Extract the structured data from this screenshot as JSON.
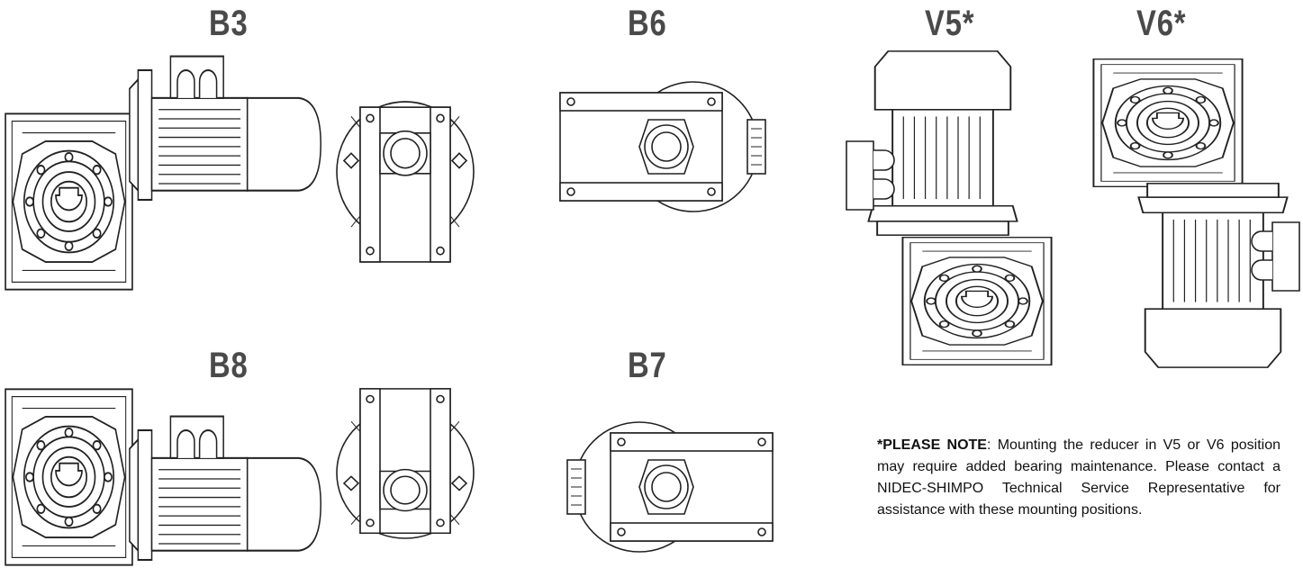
{
  "labels": {
    "b3": "B3",
    "b6": "B6",
    "v5": "V5*",
    "v6": "V6*",
    "b8": "B8",
    "b7": "B7"
  },
  "note": {
    "prefix": "*PLEASE NOTE",
    "text": ": Mounting the reducer in V5 or V6 position may require added bearing maintenance. Please contact a NIDEC-SHIMPO Technical Service Representative for assistance with these mounting positions."
  }
}
